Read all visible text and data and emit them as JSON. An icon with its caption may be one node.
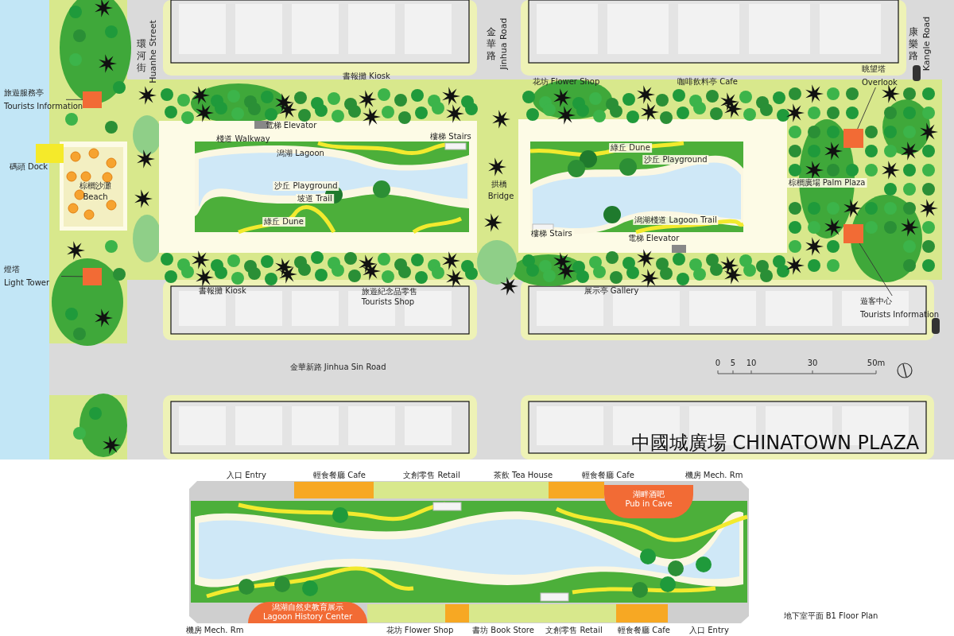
{
  "diagram": {
    "title": "中國城廣場 CHINATOWN PLAZA",
    "nodes": [
      {
        "text": [
          "旅遊服務亭",
          "Tourists Information"
        ]
      },
      {
        "text": [],
        "shape": "box"
      },
      {
        "text": [
          "燈塔",
          "Light Tower"
        ]
      },
      {
        "text": [],
        "shape": "box"
      },
      {
        "text": [
          "眺望塔",
          "Overlook"
        ]
      },
      {
        "text": [],
        "shape": "box"
      },
      {
        "text": [
          "遊客中心",
          "Tourists Information"
        ]
      },
      {
        "text": [],
        "shape": "box"
      },
      {
        "text": [
          "湖畔酒吧",
          "Pub in Cave"
        ]
      },
      {
        "text": [
          "潟湖自然史教育展示",
          "Lagoon History Center"
        ]
      }
    ],
    "edges": [
      {
        "from": 0,
        "to": 1,
        "arrow": "none"
      },
      {
        "from": 2,
        "to": 3,
        "arrow": "none"
      },
      {
        "from": 4,
        "to": 5,
        "arrow": "none"
      },
      {
        "from": 6,
        "to": 7,
        "arrow": "none"
      }
    ],
    "labels": [
      "環河街",
      "Huanhe Street",
      "金華路",
      "Jinhua Road",
      "康樂路",
      "Kangle Road",
      "書報攤 Kiosk",
      "花坊 Flower Shop",
      "咖啡飲料亭 Cafe",
      "電梯 Elevator",
      "棧道 Walkway",
      "樓梯 Stairs",
      "潟湖 Lagoon",
      "碼頭 Dock",
      "棕櫚沙灘",
      "Beach",
      "沙丘 Playground",
      "坡道 Trail",
      "綠丘 Dune",
      "拱橋",
      "Bridge",
      "綠丘 Dune",
      "沙丘 Playground",
      "棕櫚廣場 Palm Plaza",
      "潟湖棧道 Lagoon Trail",
      "樓梯 Stairs",
      "電梯 Elevator",
      "書報攤 Kiosk",
      "旅遊紀念品零售",
      "Tourists Shop",
      "展示亭 Gallery",
      "金華新路 Jinhua Sin Road",
      "0",
      "5",
      "10",
      "30",
      "50m",
      "入口 Entry",
      "輕食餐廳 Cafe",
      "文創零售 Retail",
      "茶飲 Tea House",
      "輕食餐廳 Cafe",
      "機房 Mech. Rm",
      "機房 Mech. Rm",
      "花坊 Flower Shop",
      "書坊 Book Store",
      "文創零售 Retail",
      "輕食餐廳 Cafe",
      "入口 Entry",
      "地下室平面 B1 Floor Plan"
    ]
  }
}
